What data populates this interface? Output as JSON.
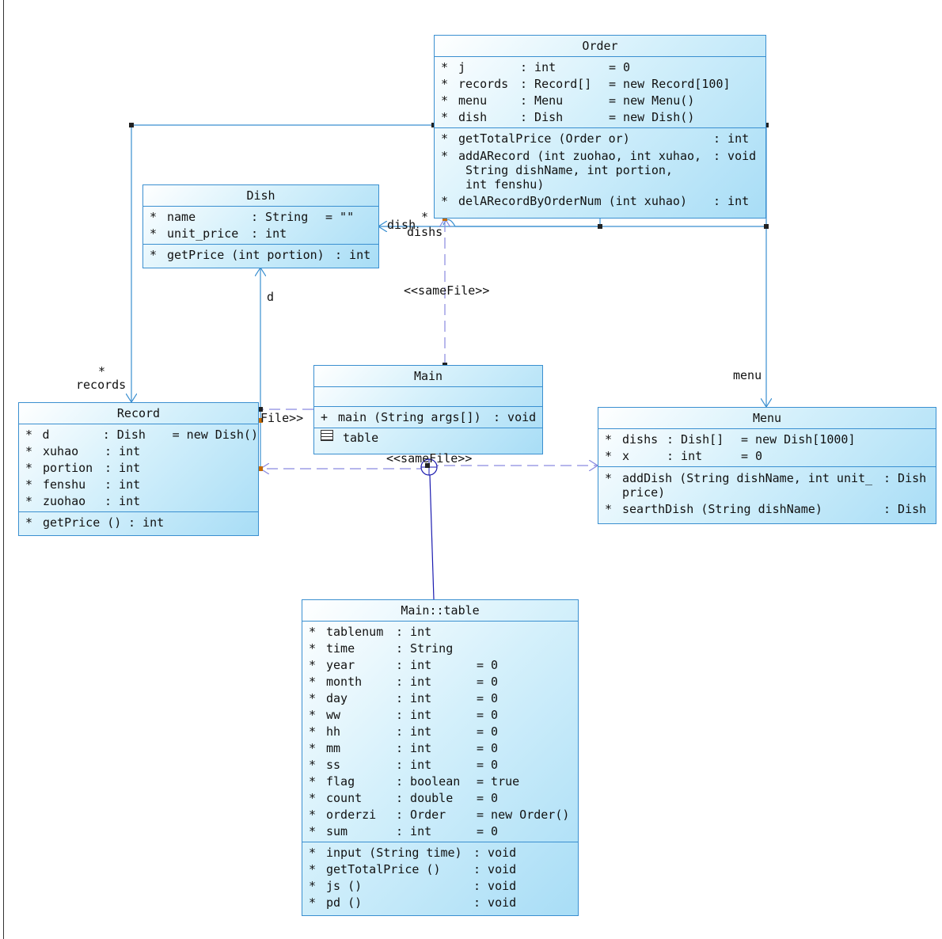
{
  "classes": {
    "order": {
      "title": "Order",
      "attributes": [
        {
          "m": "*",
          "n": "j",
          "t": ": int",
          "v": "= 0"
        },
        {
          "m": "*",
          "n": "records",
          "t": ": Record[]",
          "v": "= new Record[100]"
        },
        {
          "m": "*",
          "n": "menu",
          "t": ": Menu",
          "v": "= new Menu()"
        },
        {
          "m": "*",
          "n": "dish",
          "t": ": Dish",
          "v": "= new Dish()"
        }
      ],
      "operations": [
        {
          "m": "*",
          "s": "getTotalPrice (Order or)",
          "r": ": int"
        },
        {
          "m": "*",
          "s": "addARecord (int zuohao, int xuhao,\n String dishName, int portion,\n int fenshu)",
          "r": ": void"
        },
        {
          "m": "*",
          "s": "delARecordByOrderNum (int xuhao)",
          "r": ": int"
        }
      ]
    },
    "dish": {
      "title": "Dish",
      "attributes": [
        {
          "m": "*",
          "n": "name",
          "t": ": String",
          "v": "= \"\""
        },
        {
          "m": "*",
          "n": "unit_price",
          "t": ": int",
          "v": ""
        }
      ],
      "operations": [
        {
          "m": "*",
          "s": "getPrice (int portion)",
          "r": ": int"
        }
      ]
    },
    "main": {
      "title": "Main",
      "attributes": [],
      "operations": [
        {
          "m": "+",
          "s": "main (String args[])",
          "r": ": void"
        }
      ],
      "inner": "table"
    },
    "record": {
      "title": "Record",
      "attributes": [
        {
          "m": "*",
          "n": "d",
          "t": ": Dish",
          "v": "= new Dish()"
        },
        {
          "m": "*",
          "n": "xuhao",
          "t": ": int",
          "v": ""
        },
        {
          "m": "*",
          "n": "portion",
          "t": ": int",
          "v": ""
        },
        {
          "m": "*",
          "n": "fenshu",
          "t": ": int",
          "v": ""
        },
        {
          "m": "*",
          "n": "zuohao",
          "t": ": int",
          "v": ""
        }
      ],
      "operations": [
        {
          "m": "*",
          "s": "getPrice ()",
          "r": ": int"
        }
      ]
    },
    "menu": {
      "title": "Menu",
      "attributes": [
        {
          "m": "*",
          "n": "dishs",
          "t": ": Dish[]",
          "v": "= new Dish[1000]"
        },
        {
          "m": "*",
          "n": "x",
          "t": ": int",
          "v": "= 0"
        }
      ],
      "operations": [
        {
          "m": "*",
          "s": "addDish (String dishName, int unit_\nprice)",
          "r": ": Dish"
        },
        {
          "m": "*",
          "s": "searthDish (String dishName)",
          "r": ": Dish"
        }
      ]
    },
    "table": {
      "title": "Main::table",
      "attributes": [
        {
          "m": "*",
          "n": "tablenum",
          "t": ": int",
          "v": ""
        },
        {
          "m": "*",
          "n": "time",
          "t": ": String",
          "v": ""
        },
        {
          "m": "*",
          "n": "year",
          "t": ": int",
          "v": "= 0"
        },
        {
          "m": "*",
          "n": "month",
          "t": ": int",
          "v": "= 0"
        },
        {
          "m": "*",
          "n": "day",
          "t": ": int",
          "v": "= 0"
        },
        {
          "m": "*",
          "n": "ww",
          "t": ": int",
          "v": "= 0"
        },
        {
          "m": "*",
          "n": "hh",
          "t": ": int",
          "v": "= 0"
        },
        {
          "m": "*",
          "n": "mm",
          "t": ": int",
          "v": "= 0"
        },
        {
          "m": "*",
          "n": "ss",
          "t": ": int",
          "v": "= 0"
        },
        {
          "m": "*",
          "n": "flag",
          "t": ": boolean",
          "v": "= true"
        },
        {
          "m": "*",
          "n": "count",
          "t": ": double",
          "v": "= 0"
        },
        {
          "m": "*",
          "n": "orderzi",
          "t": ": Order",
          "v": "= new Order()"
        },
        {
          "m": "*",
          "n": "sum",
          "t": ": int",
          "v": "= 0"
        }
      ],
      "operations": [
        {
          "m": "*",
          "s": "input (String time)",
          "r": ": void"
        },
        {
          "m": "*",
          "s": "getTotalPrice ()",
          "r": ": void"
        },
        {
          "m": "*",
          "s": "js ()",
          "r": ": void"
        },
        {
          "m": "*",
          "s": "pd ()",
          "r": ": void"
        }
      ]
    }
  },
  "labels": {
    "dish_role": "dish",
    "dish_mult": "*",
    "dishs_role": "dishs",
    "samefile_top": "<<sameFile>>",
    "d_role": "d",
    "records_mult": "*",
    "records_role": "records",
    "samefile_left": "File>>",
    "samefile_bottom": "<<sameFile>>",
    "menu_role": "menu"
  },
  "colors": {
    "class_border": "#3a8fd0",
    "association": "#3a8fd0",
    "dependency": "#8a8ae0",
    "nesting": "#1c1cb0",
    "gradient_light": "#ffffff",
    "gradient_dark": "#a8ddf6"
  }
}
